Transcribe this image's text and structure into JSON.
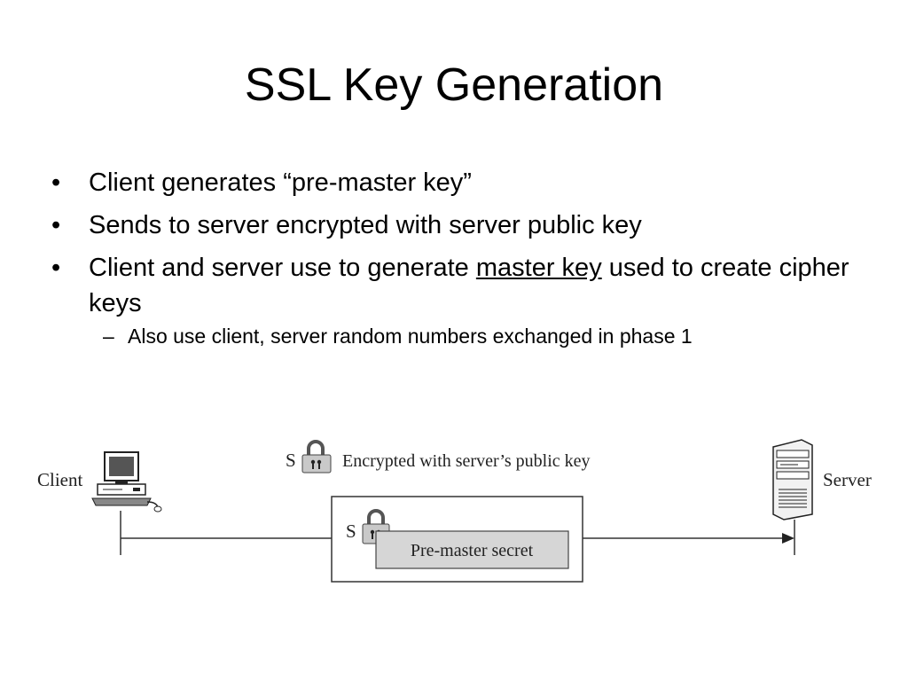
{
  "slide": {
    "title": "SSL Key Generation",
    "bullets": [
      "Client generates “pre-master key”",
      "Sends to server encrypted with server public key"
    ],
    "bullet3_before": "Client and server use to generate ",
    "bullet3_link": "master key",
    "bullet3_after": " used to create cipher keys",
    "sub_bullet": "Also use client, server random numbers exchanged in phase 1",
    "bullet_mark": "•",
    "sub_bullet_mark": "–"
  },
  "diagram": {
    "client_label": "Client",
    "server_label": "Server",
    "legend_lock_label": "S",
    "legend_text": "Encrypted with server’s public key",
    "message_lock_label": "S",
    "message_text": "Pre-master secret",
    "icons": [
      "client-computer-icon",
      "server-tower-icon",
      "padlock-icon"
    ],
    "colors": {
      "lock_fill": "#c9c9c9",
      "secret_box_fill": "#d6d6d6",
      "line": "#333333"
    }
  }
}
